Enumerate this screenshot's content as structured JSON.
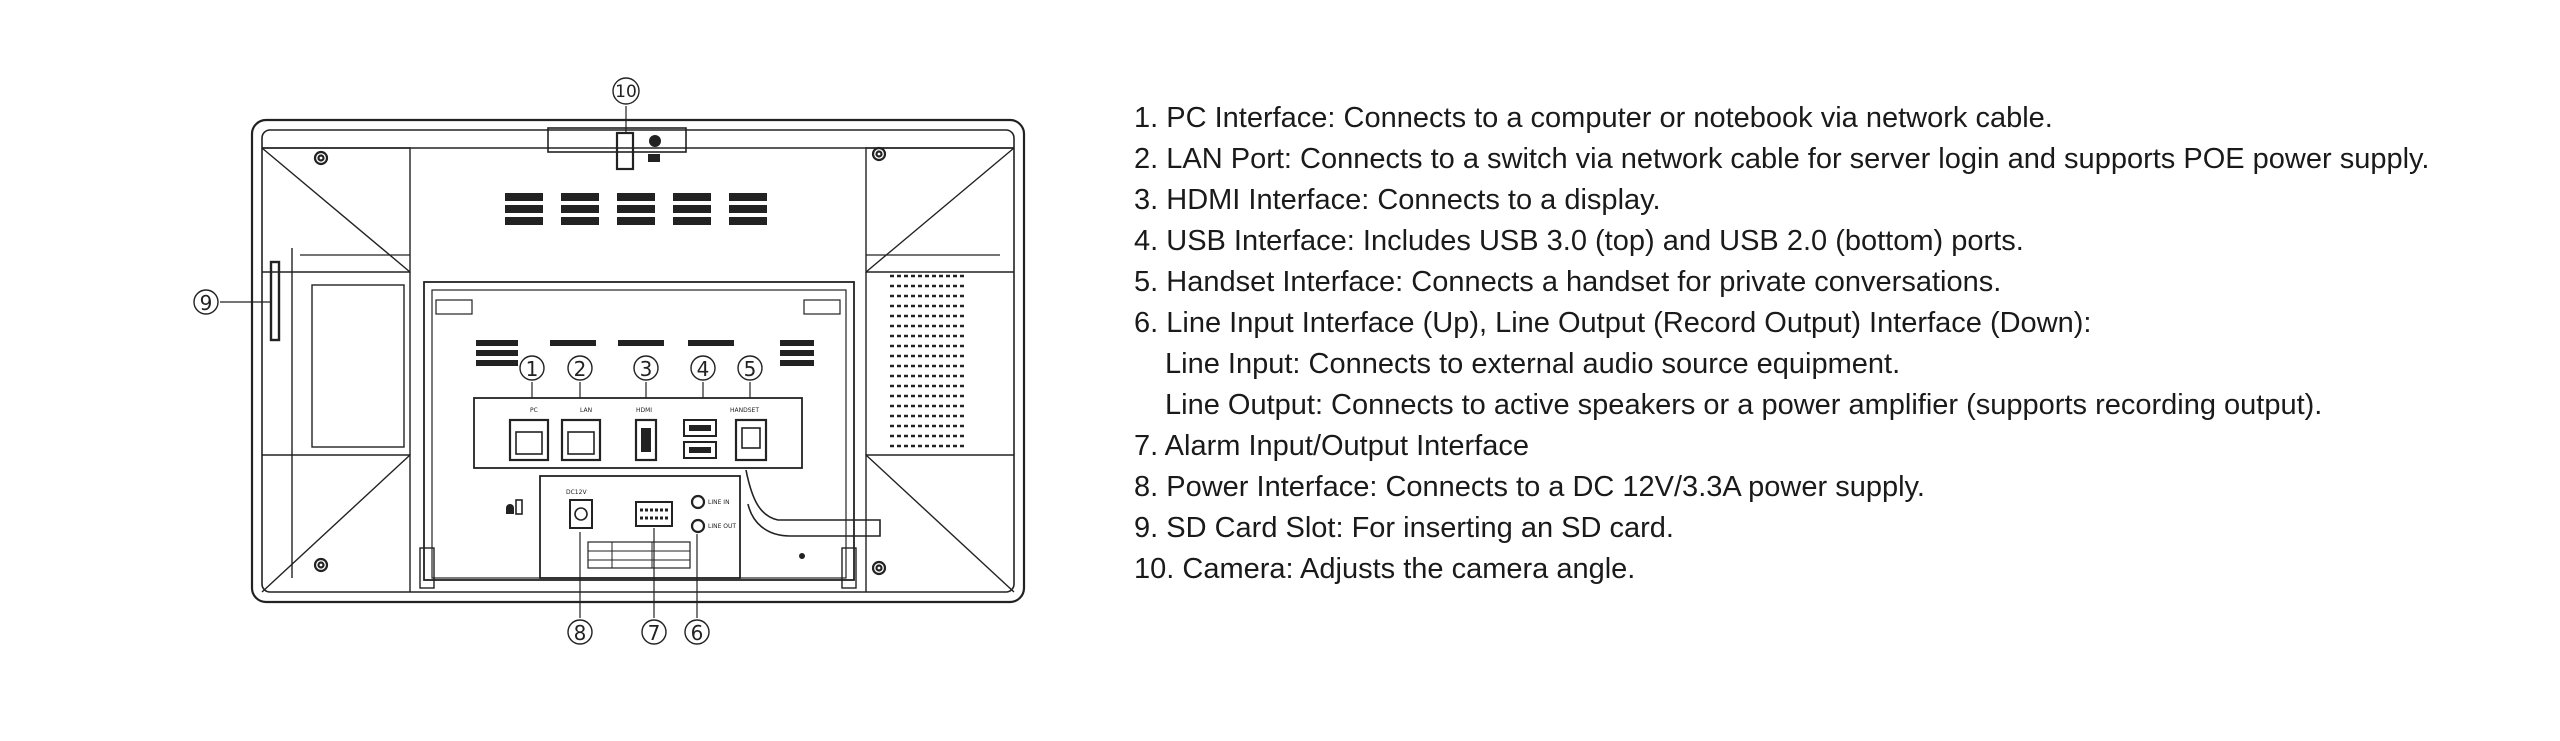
{
  "callouts": [
    "1",
    "2",
    "3",
    "4",
    "5",
    "6",
    "7",
    "8",
    "9",
    "10"
  ],
  "port_labels": {
    "pc": "PC",
    "lan": "LAN",
    "hdmi": "HDMI",
    "handset": "HANDSET",
    "dc": "DC12V",
    "line_in": "LINE IN",
    "line_out": "LINE OUT"
  },
  "legend": [
    {
      "number": "1.",
      "text": "PC Interface: Connects to a computer or notebook via network cable."
    },
    {
      "number": "2.",
      "text": "LAN Port: Connects to a switch via network cable for server login and supports POE power supply."
    },
    {
      "number": "3.",
      "text": "HDMI Interface: Connects to a display."
    },
    {
      "number": "4.",
      "text": "USB Interface: Includes USB 3.0 (top) and USB 2.0 (bottom) ports."
    },
    {
      "number": "5.",
      "text": "Handset Interface: Connects a handset for private conversations."
    },
    {
      "number": "6.",
      "text": "Line Input Interface (Up), Line Output (Record Output) Interface (Down):",
      "sub": [
        "Line Input: Connects to external audio source equipment.",
        "Line Output: Connects to active speakers or a power amplifier (supports recording output)."
      ]
    },
    {
      "number": "7.",
      "text": "Alarm Input/Output Interface"
    },
    {
      "number": "8.",
      "text": "Power Interface: Connects to a DC 12V/3.3A power supply."
    },
    {
      "number": "9.",
      "text": "SD Card Slot: For inserting an SD card."
    },
    {
      "number": "10.",
      "text": "Camera: Adjusts the camera angle."
    }
  ]
}
